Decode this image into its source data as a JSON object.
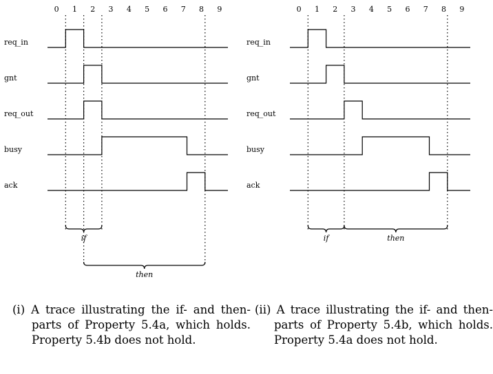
{
  "panels": [
    {
      "ticks": [
        "0",
        "1",
        "2",
        "3",
        "4",
        "5",
        "6",
        "7",
        "8",
        "9"
      ],
      "signals": [
        {
          "name": "req_in",
          "transitions": [
            1,
            2
          ]
        },
        {
          "name": "gnt",
          "transitions": [
            2,
            3
          ]
        },
        {
          "name": "req_out",
          "transitions": [
            2,
            3
          ]
        },
        {
          "name": "busy",
          "transitions": [
            3,
            7.7
          ]
        },
        {
          "name": "ack",
          "transitions": [
            7.7,
            8.7
          ]
        }
      ],
      "markers": [
        1,
        2,
        3,
        8.7
      ],
      "braces": [
        {
          "label": "if",
          "from": 1,
          "to": 3,
          "row": 0
        },
        {
          "label": "then",
          "from": 2,
          "to": 8.7,
          "row": 1
        }
      ],
      "caption": {
        "num": "(i)",
        "text": "A trace illustrating the if- and then-parts of Property 5.4a, which holds. Property 5.4b does not hold."
      }
    },
    {
      "ticks": [
        "0",
        "1",
        "2",
        "3",
        "4",
        "5",
        "6",
        "7",
        "8",
        "9"
      ],
      "signals": [
        {
          "name": "req_in",
          "transitions": [
            1,
            2
          ]
        },
        {
          "name": "gnt",
          "transitions": [
            2,
            3
          ]
        },
        {
          "name": "req_out",
          "transitions": [
            3,
            4
          ]
        },
        {
          "name": "busy",
          "transitions": [
            4,
            7.7
          ]
        },
        {
          "name": "ack",
          "transitions": [
            7.7,
            8.7
          ]
        }
      ],
      "markers": [
        1,
        3,
        8.7
      ],
      "braces": [
        {
          "label": "if",
          "from": 1,
          "to": 3,
          "row": 0
        },
        {
          "label": "then",
          "from": 3,
          "to": 8.7,
          "row": 0
        }
      ],
      "caption": {
        "num": "(ii)",
        "text": "A trace illustrating the if- and then-parts of Property 5.4b, which holds. Property 5.4a does not hold."
      }
    }
  ]
}
